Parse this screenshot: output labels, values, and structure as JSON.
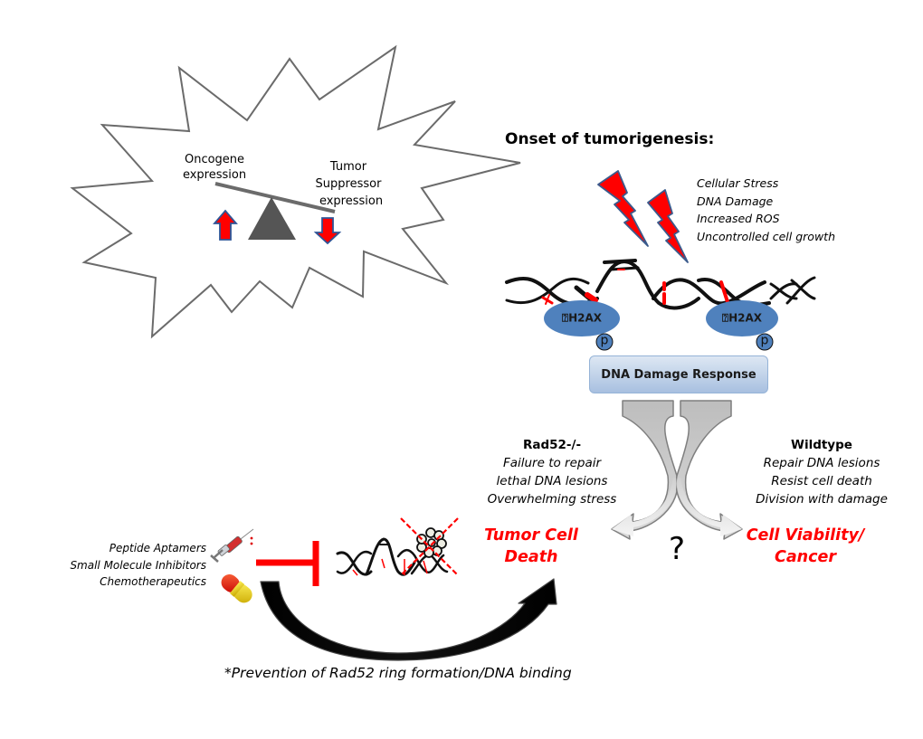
{
  "balance_panel": {
    "oncogene_label": [
      "Oncogene",
      "expression"
    ],
    "tumor_suppressor_label": [
      "Tumor",
      "Suppressor",
      "expression"
    ],
    "oncogene_direction": "up",
    "tumor_suppressor_direction": "down"
  },
  "onset": {
    "title": "Onset of tumorigenesis:",
    "stressors": [
      "Cellular Stress",
      "DNA Damage",
      "Increased ROS",
      "Uncontrolled cell growth"
    ]
  },
  "dna_markers": {
    "h2ax_label_left": "⍰H2AX",
    "h2ax_label_right": "⍰H2AX",
    "phospho_left": "p",
    "phospho_right": "p"
  },
  "ddr_box": {
    "label": "DNA Damage Response"
  },
  "rad52_branch": {
    "title": "Rad52-/-",
    "points": [
      "Failure to repair",
      "lethal DNA lesions",
      "Overwhelming stress"
    ],
    "outcome": [
      "Tumor Cell",
      "Death"
    ]
  },
  "wildtype_branch": {
    "title": "Wildtype",
    "points": [
      "Repair DNA lesions",
      "Resist cell death",
      "Division with damage"
    ],
    "outcome": [
      "Cell Viability/",
      "Cancer"
    ]
  },
  "question_mark": "?",
  "therapeutics": {
    "items": [
      "Peptide Aptamers",
      "Small Molecule Inhibitors",
      "Chemotherapeutics"
    ],
    "icons": [
      "syringe-icon",
      "pill-capsule-icon"
    ]
  },
  "footnote": "*Prevention of Rad52 ring formation/DNA binding",
  "colors": {
    "accent_red": "#ff0000",
    "marker_blue": "#4f81bd",
    "arrow_outline": "#1f4e79",
    "starburst_stroke": "#6b6b6b",
    "fulcrum": "#555555",
    "ddr_border": "#95b3d7"
  }
}
